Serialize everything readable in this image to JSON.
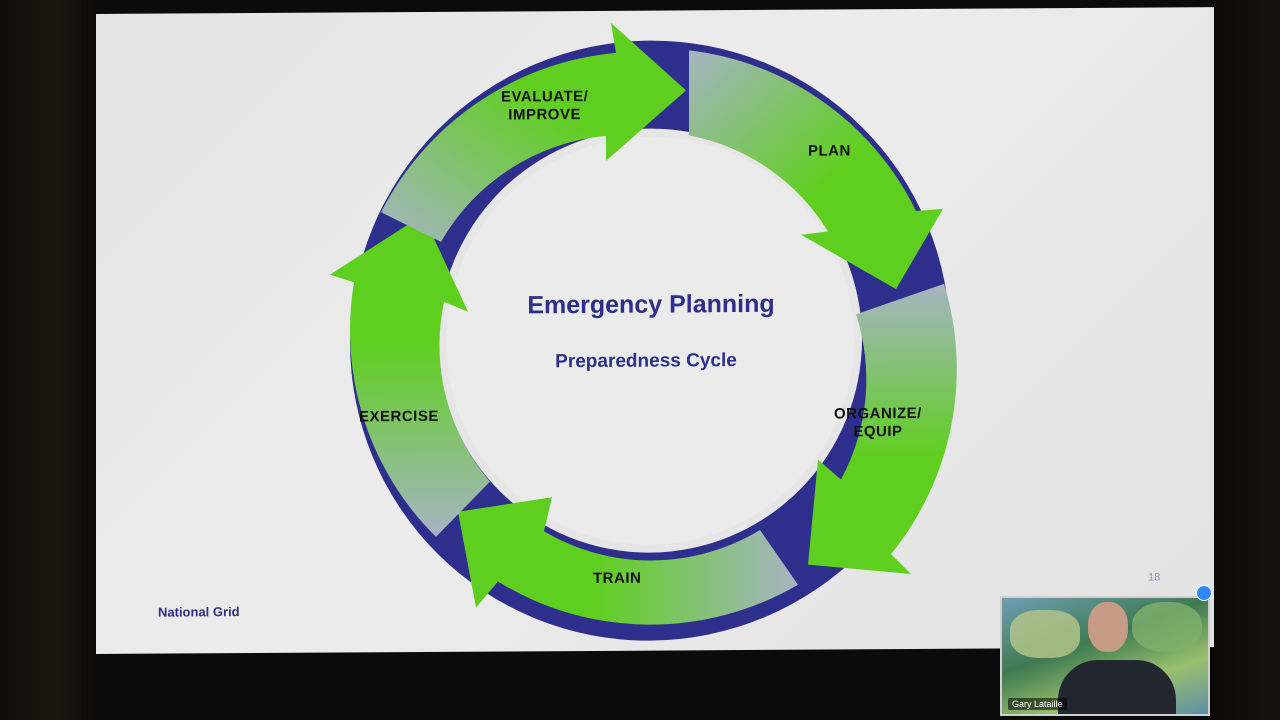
{
  "slide": {
    "title": "Emergency Planning",
    "subtitle": "Preparedness Cycle",
    "footer_brand": "National Grid",
    "page_number": "18"
  },
  "cycle": {
    "stages": [
      {
        "id": "plan",
        "label": "PLAN"
      },
      {
        "id": "organize",
        "label": "ORGANIZE/\nEQUIP"
      },
      {
        "id": "train",
        "label": "TRAIN"
      },
      {
        "id": "exercise",
        "label": "EXERCISE"
      },
      {
        "id": "evaluate",
        "label": "EVALUATE/\nIMPROVE"
      }
    ]
  },
  "colors": {
    "arrow_green": "#5fcf1f",
    "arrow_fade": "#a7b4c4",
    "ring_blue": "#2e2f8c",
    "text_navy": "#2e2f8c"
  },
  "video_call": {
    "participant_name": "Gary Lataille"
  }
}
